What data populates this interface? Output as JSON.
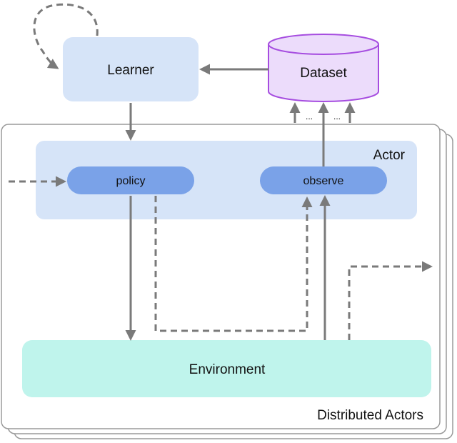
{
  "nodes": {
    "learner": {
      "label": "Learner",
      "fill": "#d6e4f8"
    },
    "dataset": {
      "label": "Dataset",
      "fill": "#ecdcfb",
      "stroke": "#a64de0"
    },
    "actor": {
      "label": "Actor",
      "fill": "#d6e4f8"
    },
    "policy": {
      "label": "policy",
      "fill": "#7aa2e8"
    },
    "observe": {
      "label": "observe",
      "fill": "#7aa2e8"
    },
    "environment": {
      "label": "Environment",
      "fill": "#bff4ec"
    },
    "distributed": {
      "label": "Distributed Actors",
      "stroke": "#9a9a9a"
    }
  },
  "ellipsis": "...",
  "colors": {
    "arrow": "#7a7a7a"
  }
}
